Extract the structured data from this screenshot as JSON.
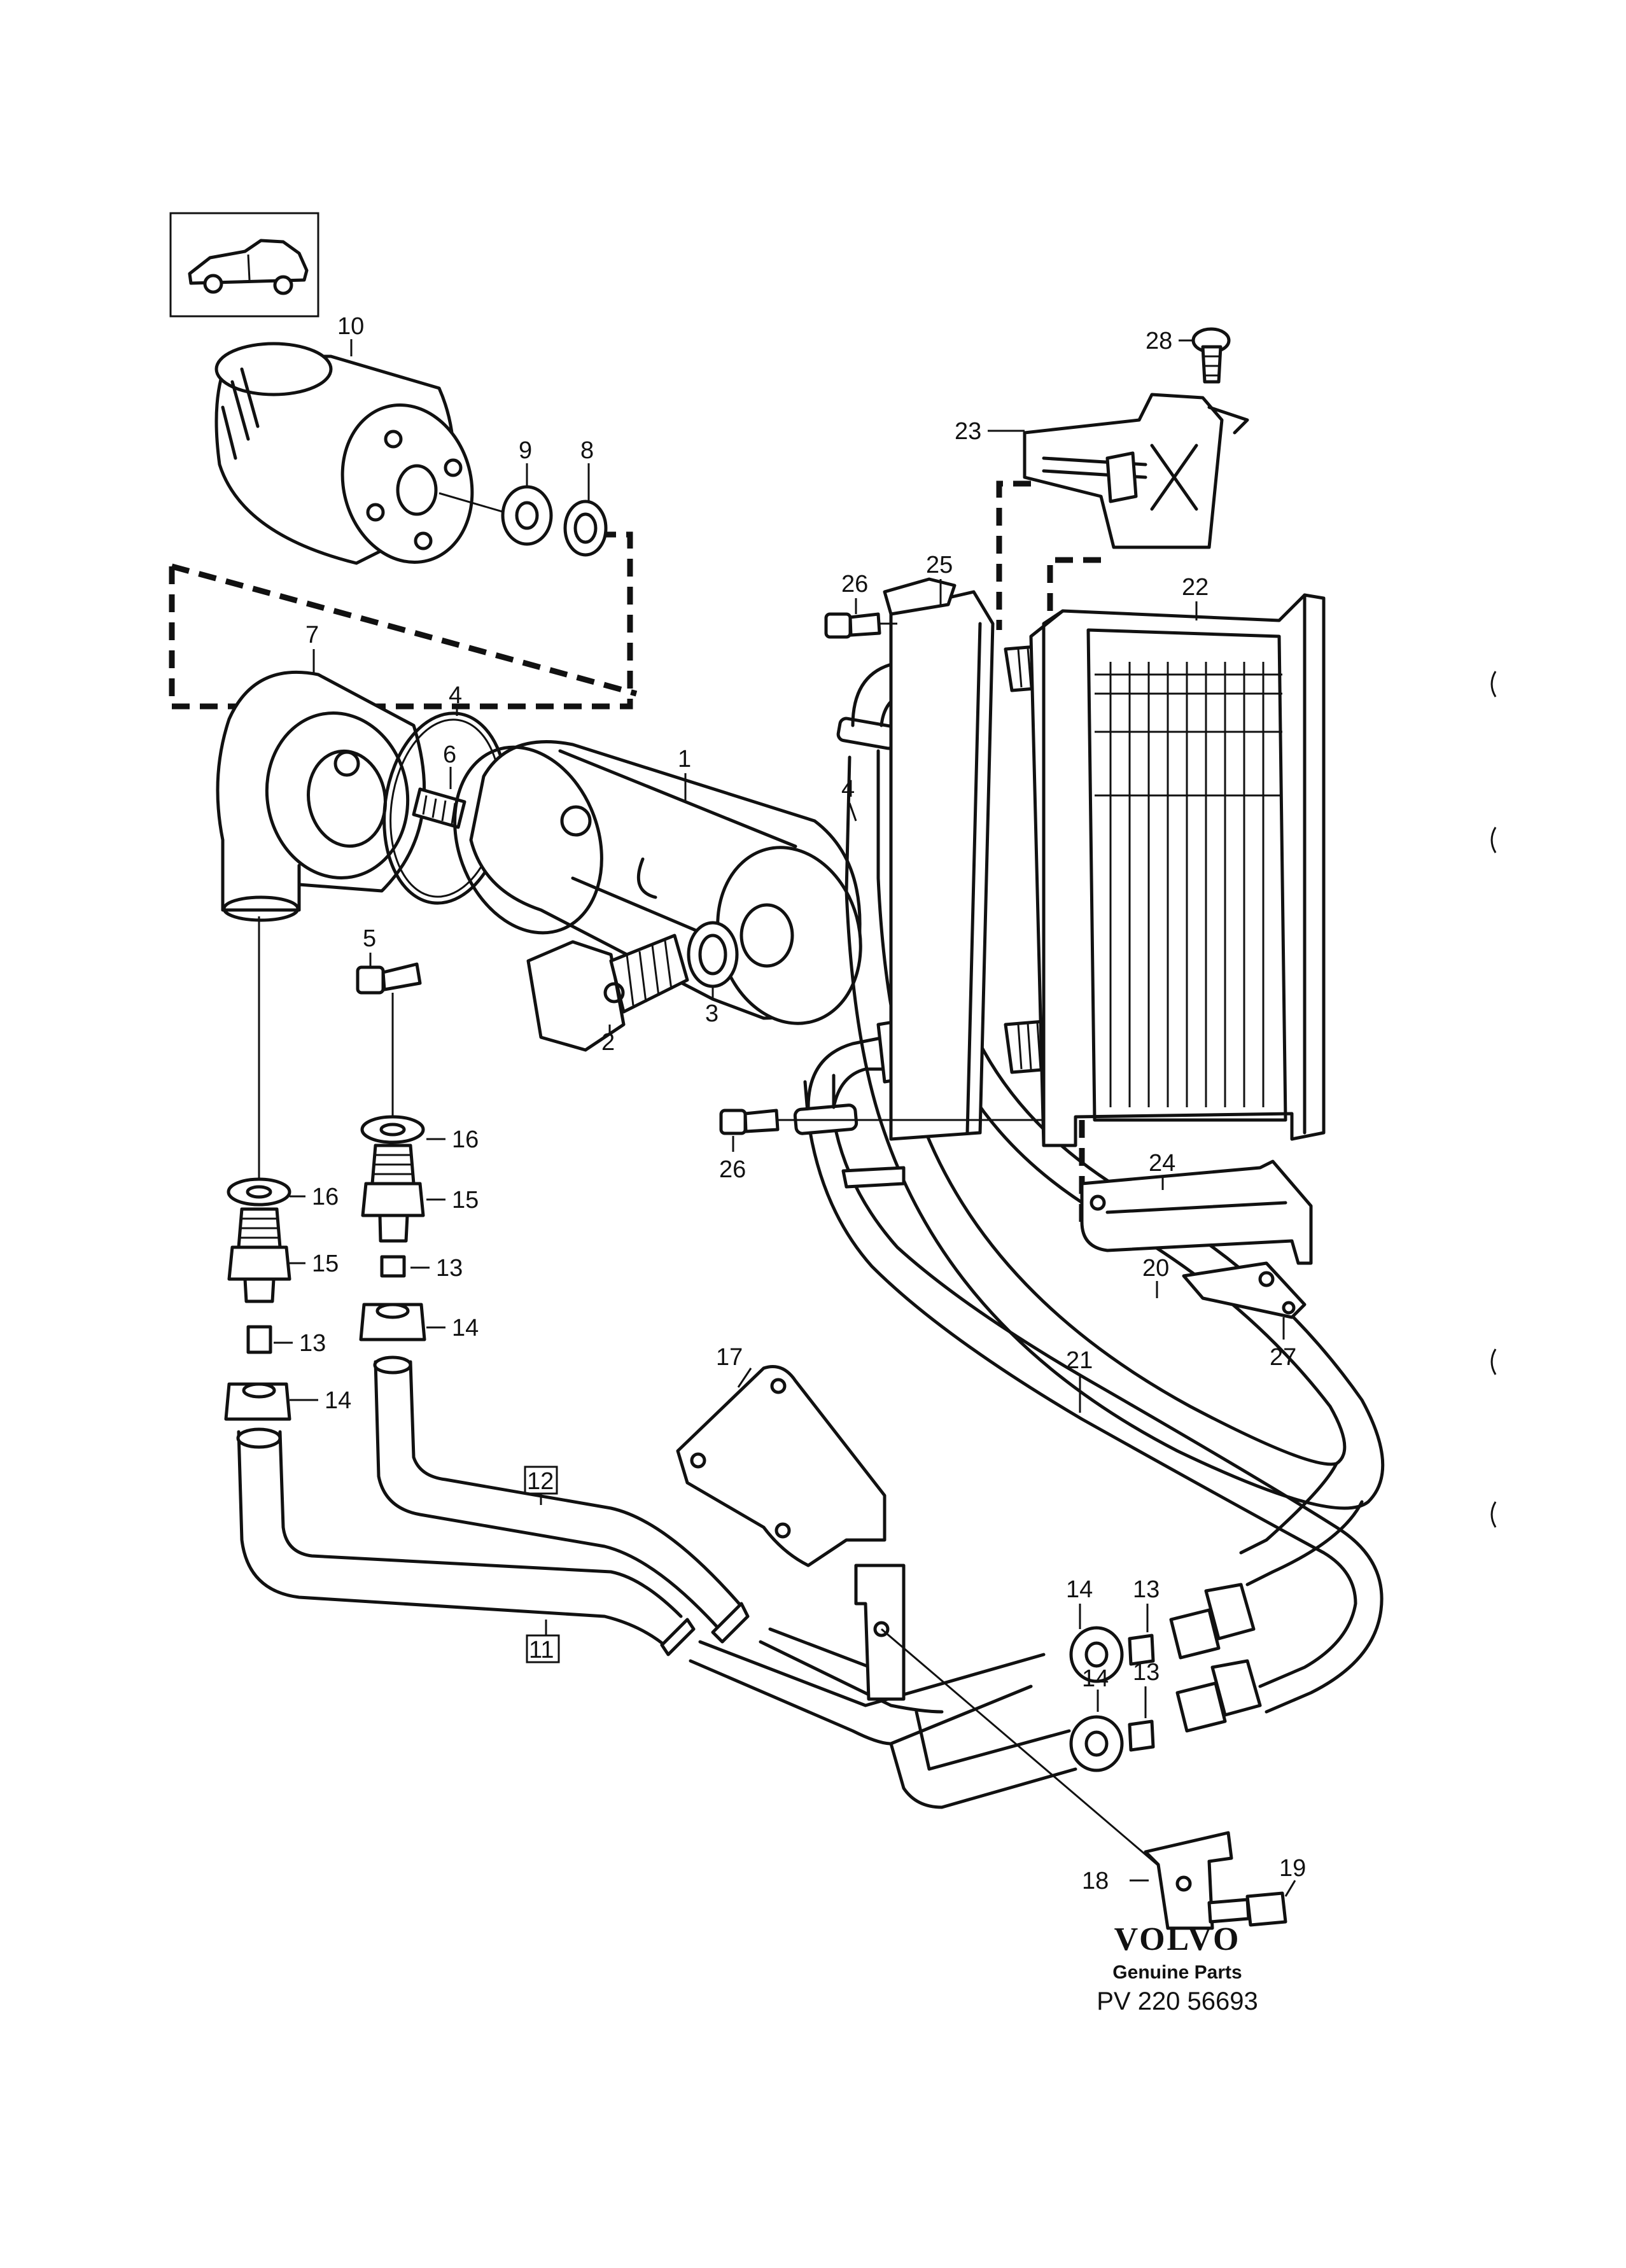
{
  "labels": {
    "p1": "1",
    "p2": "2",
    "p3": "3",
    "p4a": "4",
    "p4b": "4",
    "p5": "5",
    "p6": "6",
    "p7": "7",
    "p8": "8",
    "p9": "9",
    "p10": "10",
    "p11": "11",
    "p12": "12",
    "p13a": "13",
    "p13b": "13",
    "p13c": "13",
    "p13d": "13",
    "p14a": "14",
    "p14b": "14",
    "p14c": "14",
    "p14d": "14",
    "p15a": "15",
    "p15b": "15",
    "p16a": "16",
    "p16b": "16",
    "p17": "17",
    "p18": "18",
    "p19": "19",
    "p20": "20",
    "p21": "21",
    "p22": "22",
    "p23": "23",
    "p24": "24",
    "p25": "25",
    "p26a": "26",
    "p26b": "26",
    "p27": "27",
    "p28": "28"
  },
  "brand": {
    "logo": "VOLVO",
    "subtitle": "Genuine Parts",
    "code": "PV 220 56693"
  }
}
